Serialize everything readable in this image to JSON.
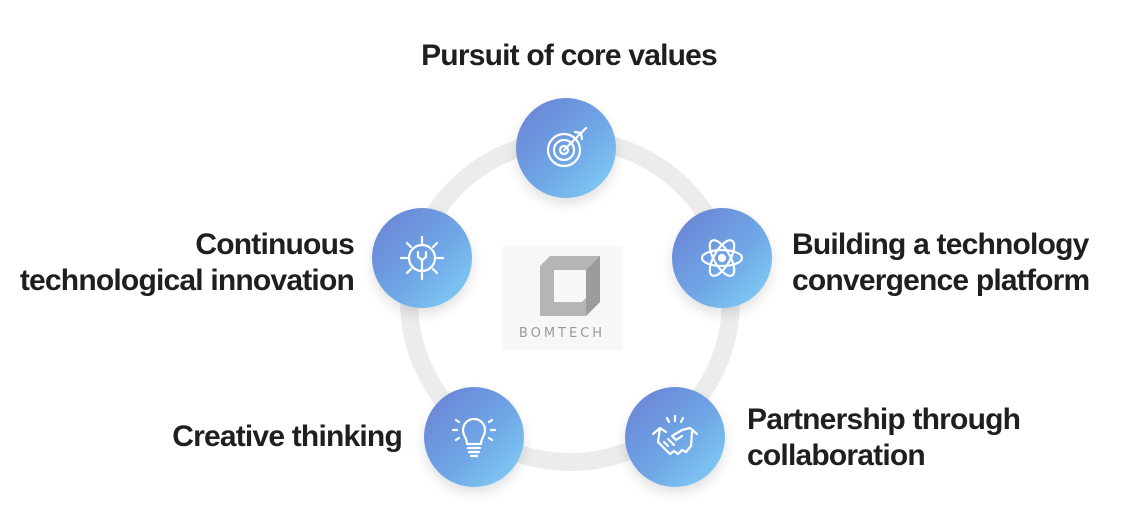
{
  "diagram": {
    "brand": {
      "logo_text": "BOMTECH"
    },
    "values": [
      {
        "lines": [
          "Pursuit of core values"
        ],
        "icon": "target-icon"
      },
      {
        "lines": [
          "Building a technology",
          "convergence platform"
        ],
        "icon": "atom-icon"
      },
      {
        "lines": [
          "Partnership through",
          "collaboration"
        ],
        "icon": "handshake-icon"
      },
      {
        "lines": [
          "Creative thinking"
        ],
        "icon": "lightbulb-icon"
      },
      {
        "lines": [
          "Continuous",
          "technological innovation"
        ],
        "icon": "gear-wrench-icon"
      }
    ],
    "colors": {
      "gradient_start": "#6a7fd2",
      "gradient_end": "#84d2f6",
      "ring": "#ececec",
      "label_text": "#1f1f1f",
      "logo": "#b5b5b5"
    }
  }
}
